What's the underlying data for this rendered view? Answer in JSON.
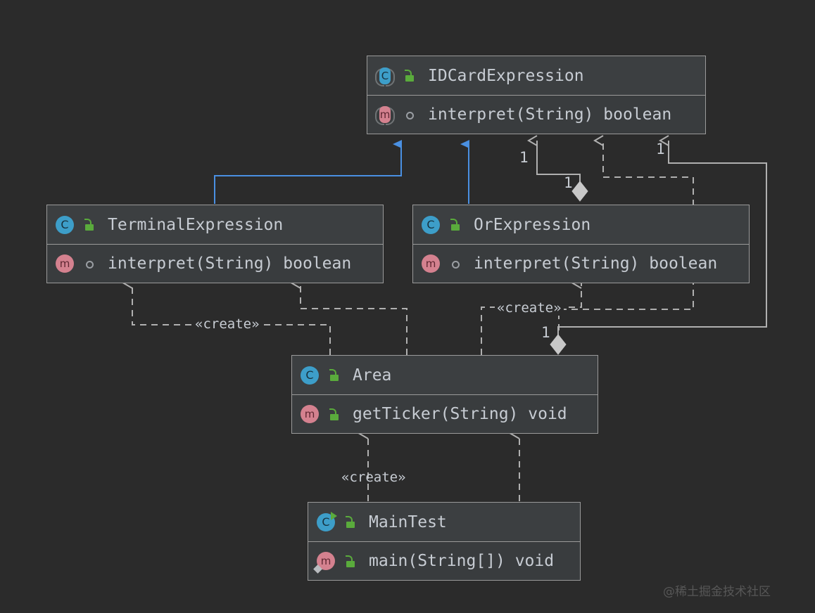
{
  "diagram": {
    "title": "UML Class Diagram",
    "background_color": "#2b2b2b",
    "box_fill": "#3c3f41",
    "box_border": "#9a9a9a",
    "text_color": "#c7ccd3",
    "inheritance_color": "#4a90e2",
    "dependency_color": "#b0b0b0",
    "aggregation_color": "#b0b0b0"
  },
  "classes": [
    {
      "id": "idcard",
      "name": "IDCardExpression",
      "kind": "abstract-class",
      "class_icon": "abstract-class-icon",
      "class_icon_letter": "C",
      "visibility_icon": "public-unlock-icon",
      "members": [
        {
          "name": "interpret(String) boolean",
          "member_icon": "abstract-method-icon",
          "member_icon_letter": "m",
          "visibility_icon": "protected-circle-icon"
        }
      ]
    },
    {
      "id": "terminal",
      "name": "TerminalExpression",
      "kind": "class",
      "class_icon": "class-icon",
      "class_icon_letter": "C",
      "visibility_icon": "public-unlock-icon",
      "members": [
        {
          "name": "interpret(String) boolean",
          "member_icon": "method-icon",
          "member_icon_letter": "m",
          "visibility_icon": "protected-circle-icon"
        }
      ]
    },
    {
      "id": "orexpr",
      "name": "OrExpression",
      "kind": "class",
      "class_icon": "class-icon",
      "class_icon_letter": "C",
      "visibility_icon": "public-unlock-icon",
      "members": [
        {
          "name": "interpret(String) boolean",
          "member_icon": "method-icon",
          "member_icon_letter": "m",
          "visibility_icon": "protected-circle-icon"
        }
      ]
    },
    {
      "id": "area",
      "name": "Area",
      "kind": "class",
      "class_icon": "class-icon",
      "class_icon_letter": "C",
      "visibility_icon": "public-unlock-icon",
      "members": [
        {
          "name": "getTicker(String) void",
          "member_icon": "method-icon",
          "member_icon_letter": "m",
          "visibility_icon": "public-unlock-icon"
        }
      ]
    },
    {
      "id": "maintest",
      "name": "MainTest",
      "kind": "runnable-class",
      "class_icon": "runnable-class-icon",
      "class_icon_letter": "C",
      "visibility_icon": "public-unlock-icon",
      "members": [
        {
          "name": "main(String[]) void",
          "member_icon": "static-method-icon",
          "member_icon_letter": "m",
          "visibility_icon": "public-unlock-icon"
        }
      ]
    }
  ],
  "edges": [
    {
      "id": "e1",
      "from": "terminal",
      "to": "idcard",
      "type": "inheritance",
      "label": "",
      "source_mult": "",
      "target_mult": ""
    },
    {
      "id": "e2",
      "from": "orexpr",
      "to": "idcard",
      "type": "inheritance",
      "label": "",
      "source_mult": "",
      "target_mult": ""
    },
    {
      "id": "e3",
      "from": "orexpr",
      "to": "idcard",
      "type": "aggregation",
      "label": "",
      "source_mult": "1",
      "target_mult": "1"
    },
    {
      "id": "e4",
      "from": "area",
      "to": "idcard",
      "type": "dependency",
      "label": "",
      "source_mult": "",
      "target_mult": ""
    },
    {
      "id": "e5",
      "from": "area",
      "to": "idcard",
      "type": "aggregation",
      "label": "",
      "source_mult": "1",
      "target_mult": "1"
    },
    {
      "id": "e6",
      "from": "area",
      "to": "terminal",
      "type": "dependency",
      "label": "«create»",
      "source_mult": "",
      "target_mult": ""
    },
    {
      "id": "e7",
      "from": "area",
      "to": "terminal",
      "type": "dependency",
      "label": "",
      "source_mult": "",
      "target_mult": ""
    },
    {
      "id": "e8",
      "from": "area",
      "to": "orexpr",
      "type": "dependency",
      "label": "«create»",
      "source_mult": "",
      "target_mult": ""
    },
    {
      "id": "e9",
      "from": "maintest",
      "to": "area",
      "type": "dependency",
      "label": "«create»",
      "source_mult": "",
      "target_mult": ""
    },
    {
      "id": "e10",
      "from": "maintest",
      "to": "area",
      "type": "dependency",
      "label": "",
      "source_mult": "",
      "target_mult": ""
    }
  ],
  "labels": {
    "create_1": "«create»",
    "create_2": "«create»",
    "create_3": "«create»",
    "mult_1": "1",
    "mult_2": "1",
    "mult_3": "1",
    "mult_4": "1"
  },
  "watermark": "@稀土掘金技术社区"
}
